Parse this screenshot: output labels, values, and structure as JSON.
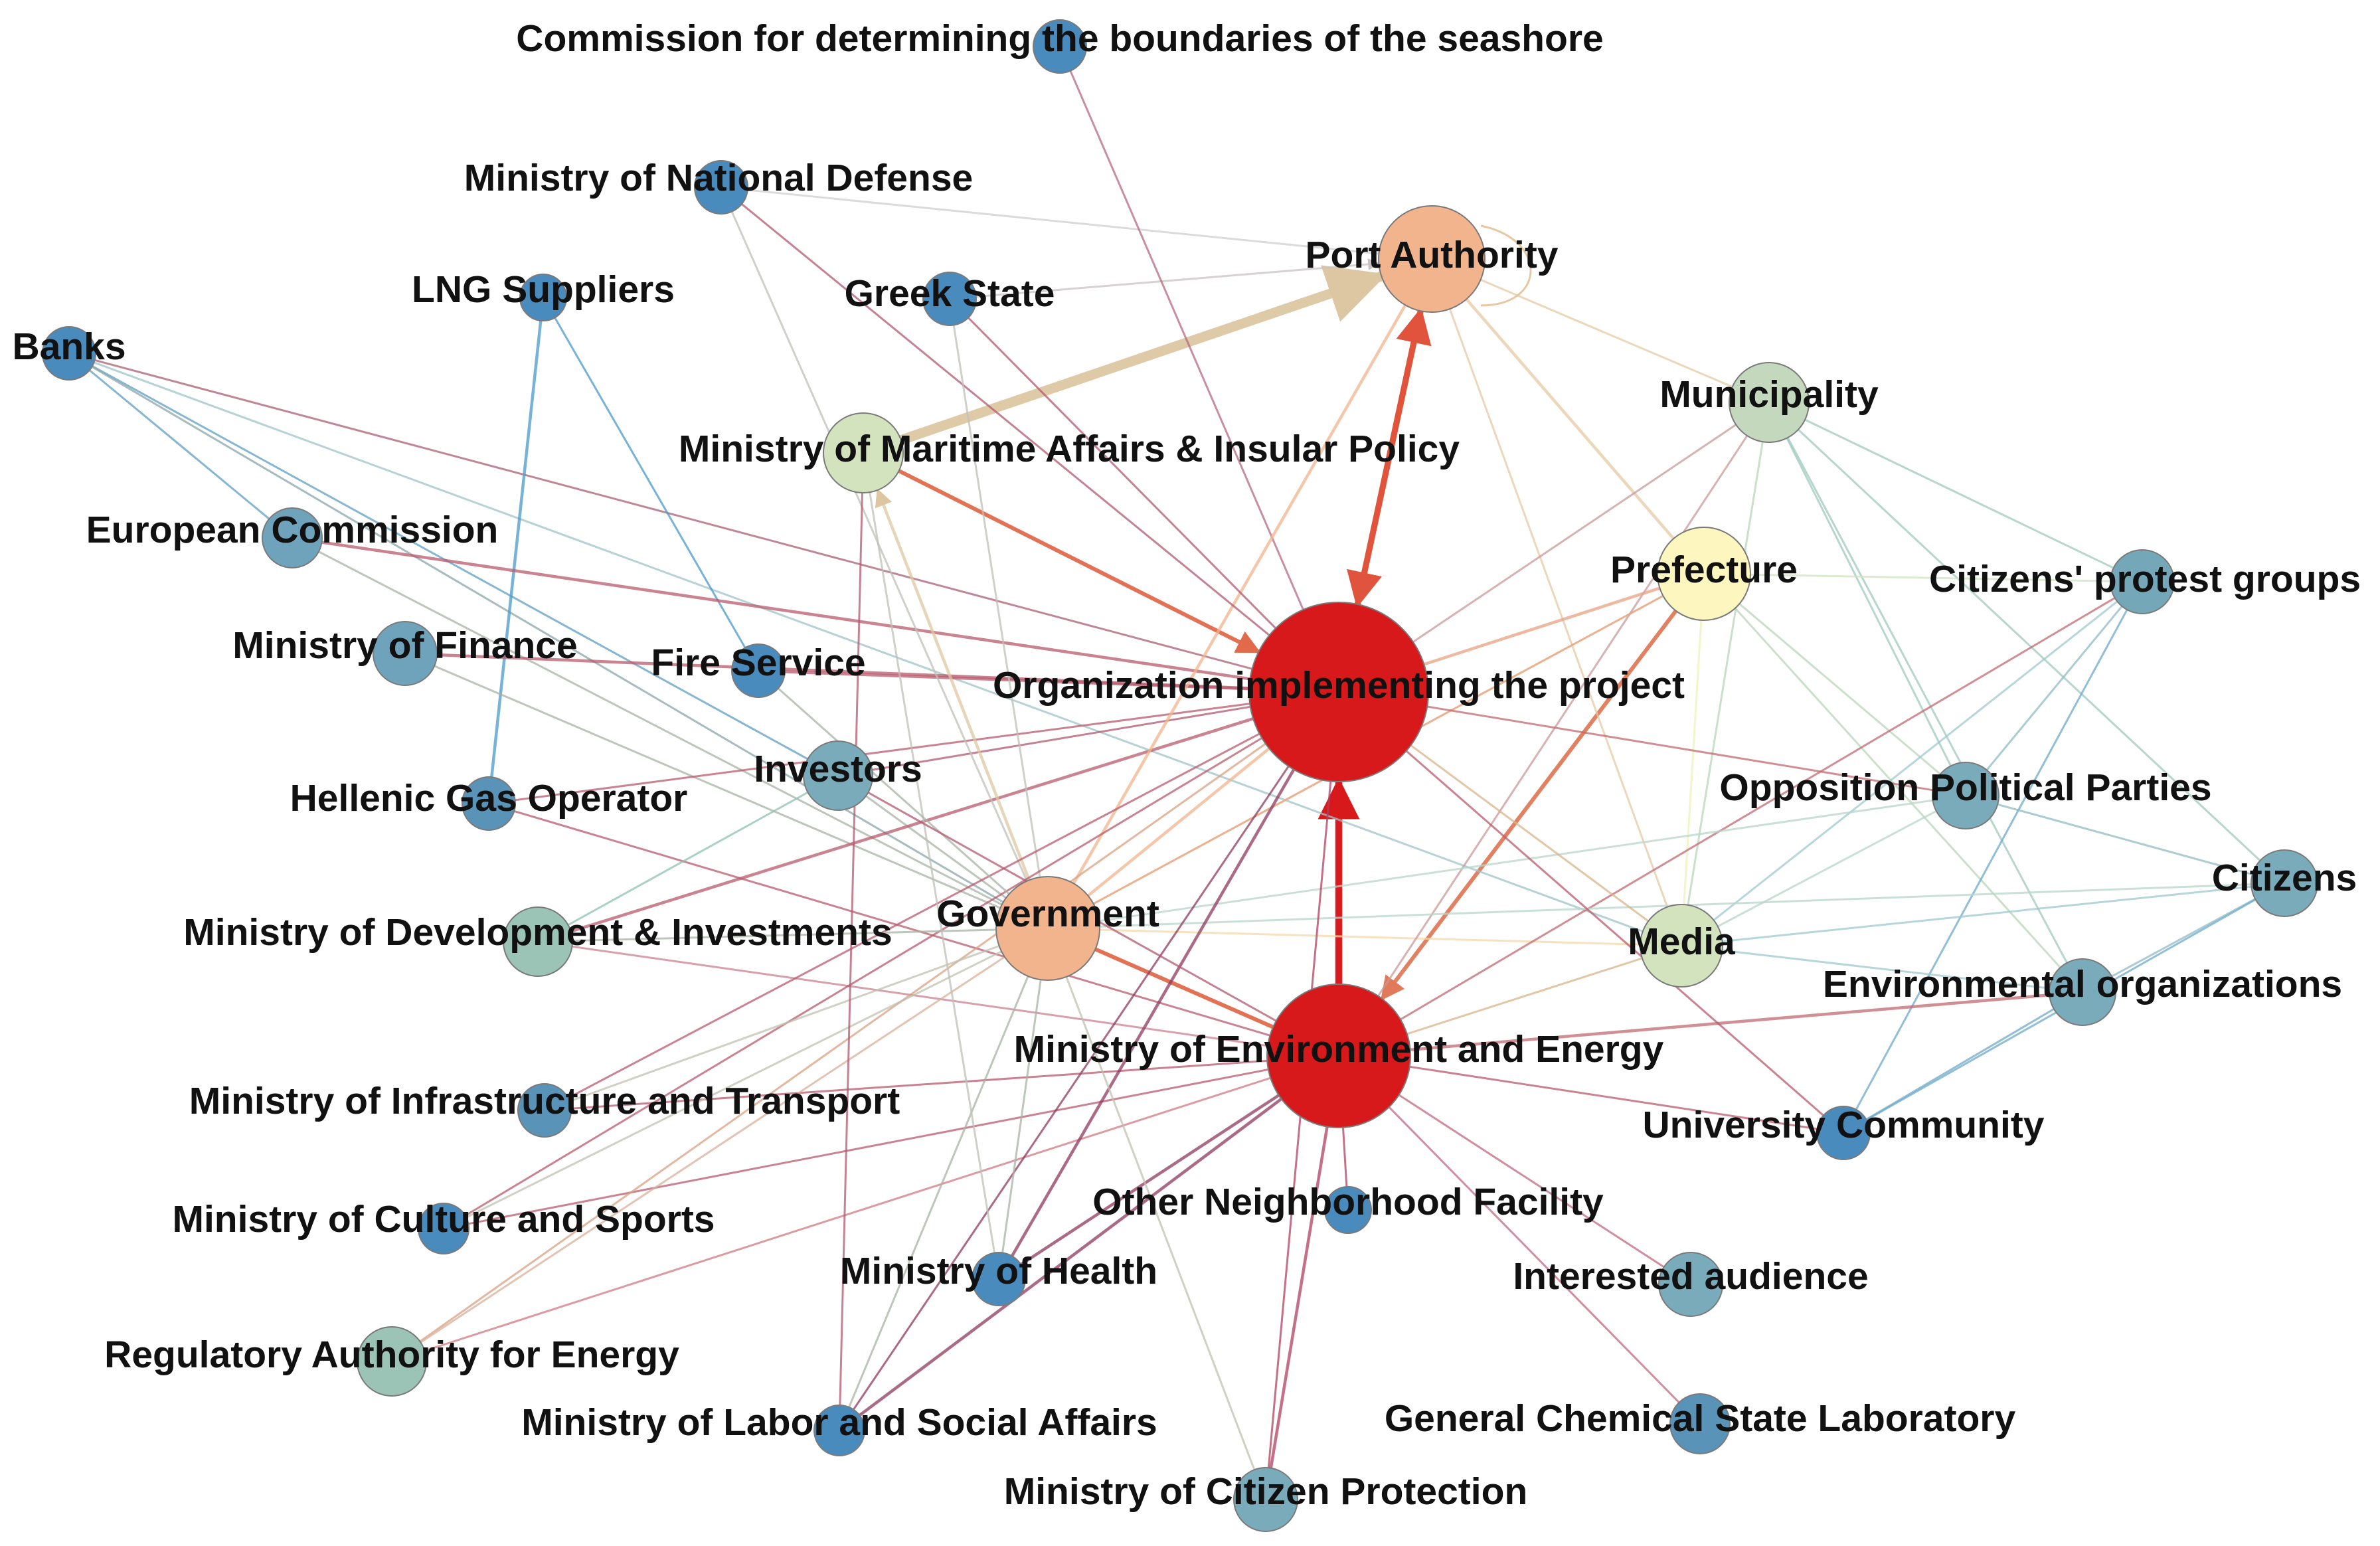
{
  "nodes": [
    {
      "id": "commission",
      "label": "Commission for determining the boundaries of the seashore",
      "color": "#4a8bbd"
    },
    {
      "id": "defense",
      "label": "Ministry of National Defense",
      "color": "#4a8bbd"
    },
    {
      "id": "lng",
      "label": "LNG Suppliers",
      "color": "#4a8bbd"
    },
    {
      "id": "greek-state",
      "label": "Greek State",
      "color": "#4a8bbd"
    },
    {
      "id": "banks",
      "label": "Banks",
      "color": "#4a8bbd"
    },
    {
      "id": "port",
      "label": "Port Authority",
      "color": "#f1b48d"
    },
    {
      "id": "municipality",
      "label": "Municipality",
      "color": "#c3d8bd"
    },
    {
      "id": "maritime",
      "label": "Ministry of Maritime Affairs & Insular Policy",
      "color": "#d3e3bd"
    },
    {
      "id": "eu-commission",
      "label": "European Commission",
      "color": "#6fa3bb"
    },
    {
      "id": "prefecture",
      "label": "Prefecture",
      "color": "#fdf6bf"
    },
    {
      "id": "protest",
      "label": "Citizens' protest groups",
      "color": "#74a8b9"
    },
    {
      "id": "finance",
      "label": "Ministry of Finance",
      "color": "#6fa3bb"
    },
    {
      "id": "fire",
      "label": "Fire Service",
      "color": "#4a8bbd"
    },
    {
      "id": "org",
      "label": "Organization implementing the project",
      "color": "#d7191c"
    },
    {
      "id": "investors",
      "label": "Investors",
      "color": "#7aabbb"
    },
    {
      "id": "gas-operator",
      "label": "Hellenic Gas Operator",
      "color": "#5a93b8"
    },
    {
      "id": "opposition",
      "label": "Opposition Political Parties",
      "color": "#7aabbb"
    },
    {
      "id": "citizens",
      "label": "Citizens",
      "color": "#7aabbb"
    },
    {
      "id": "development",
      "label": "Ministry of Development & Investments",
      "color": "#9bc4b6"
    },
    {
      "id": "government",
      "label": "Government",
      "color": "#f1b48d"
    },
    {
      "id": "media",
      "label": "Media",
      "color": "#d3e3bd"
    },
    {
      "id": "env-orgs",
      "label": "Environmental organizations",
      "color": "#7aabbb"
    },
    {
      "id": "env-ministry",
      "label": "Ministry of Environment and Energy",
      "color": "#d7191c"
    },
    {
      "id": "infrastructure",
      "label": "Ministry of Infrastructure and Transport",
      "color": "#5a93b8"
    },
    {
      "id": "university",
      "label": "University Community",
      "color": "#4a8bbd"
    },
    {
      "id": "neighborhood",
      "label": "Other Neighborhood Facility",
      "color": "#4a8bbd"
    },
    {
      "id": "culture",
      "label": "Ministry of Culture and Sports",
      "color": "#4a8bbd"
    },
    {
      "id": "interested",
      "label": "Interested audience",
      "color": "#7aabbb"
    },
    {
      "id": "health",
      "label": "Ministry of Health",
      "color": "#4a8bbd"
    },
    {
      "id": "regulatory",
      "label": "Regulatory Authority for Energy",
      "color": "#9bc4b6"
    },
    {
      "id": "chemical",
      "label": "General Chemical State Laboratory",
      "color": "#5a93b8"
    },
    {
      "id": "labor",
      "label": "Ministry of Labor and Social Affairs",
      "color": "#4a8bbd"
    },
    {
      "id": "citizen-protection",
      "label": "Ministry of Citizen Protection",
      "color": "#7aabbb"
    }
  ],
  "edges": [
    {
      "from": "maritime",
      "to": "port",
      "color": "#ddc7a2",
      "weight": 5,
      "arrow": true
    },
    {
      "from": "org",
      "to": "port",
      "color": "#e0533c",
      "weight": 3,
      "arrow": true
    },
    {
      "from": "port",
      "to": "org",
      "color": "#e0533c",
      "weight": 3,
      "arrow": true
    },
    {
      "from": "env-ministry",
      "to": "org",
      "color": "#d7191c",
      "weight": 3.5,
      "arrow": true
    },
    {
      "from": "org",
      "to": "env-ministry",
      "color": "#d7191c",
      "weight": 2.5,
      "arrow": false
    },
    {
      "from": "prefecture",
      "to": "env-ministry",
      "color": "#e07a5a",
      "weight": 2,
      "arrow": true
    },
    {
      "from": "maritime",
      "to": "org",
      "color": "#e06a4a",
      "weight": 2,
      "arrow": true
    },
    {
      "from": "government",
      "to": "env-ministry",
      "color": "#e06a4a",
      "weight": 2,
      "arrow": false
    },
    {
      "from": "greek-state",
      "to": "port",
      "color": "#c9c2c2",
      "weight": 1,
      "arrow": true
    },
    {
      "from": "defense",
      "to": "port",
      "color": "#cfcfcf",
      "weight": 1,
      "arrow": false
    },
    {
      "from": "commission",
      "to": "org",
      "color": "#b46a7f",
      "weight": 1,
      "arrow": false
    },
    {
      "from": "banks",
      "to": "org",
      "color": "#a95f73",
      "weight": 1,
      "arrow": false
    },
    {
      "from": "banks",
      "to": "investors",
      "color": "#5e9ec3",
      "weight": 1,
      "arrow": false
    },
    {
      "from": "banks",
      "to": "government",
      "color": "#8aa6a8",
      "weight": 1,
      "arrow": false
    },
    {
      "from": "banks",
      "to": "media",
      "color": "#9fc3c8",
      "weight": 1,
      "arrow": false
    },
    {
      "from": "banks",
      "to": "eu-commission",
      "color": "#5e9ec3",
      "weight": 1,
      "arrow": false
    },
    {
      "from": "lng",
      "to": "gas-operator",
      "color": "#4a9ac8",
      "weight": 1.5,
      "arrow": false
    },
    {
      "from": "lng",
      "to": "fire",
      "color": "#4a9ac8",
      "weight": 1,
      "arrow": false
    },
    {
      "from": "eu-commission",
      "to": "org",
      "color": "#b85a6c",
      "weight": 1.5,
      "arrow": false
    },
    {
      "from": "eu-commission",
      "to": "government",
      "color": "#a8b3a5",
      "weight": 1,
      "arrow": false
    },
    {
      "from": "finance",
      "to": "org",
      "color": "#b85a6c",
      "weight": 1.5,
      "arrow": false
    },
    {
      "from": "finance",
      "to": "government",
      "color": "#a8b3a5",
      "weight": 1,
      "arrow": false
    },
    {
      "from": "fire",
      "to": "org",
      "color": "#b85a6c",
      "weight": 1.5,
      "arrow": false
    },
    {
      "from": "investors",
      "to": "org",
      "color": "#b05a70",
      "weight": 1,
      "arrow": false
    },
    {
      "from": "investors",
      "to": "government",
      "color": "#a8b3a5",
      "weight": 1,
      "arrow": false
    },
    {
      "from": "gas-operator",
      "to": "org",
      "color": "#b85a6c",
      "weight": 1,
      "arrow": false
    },
    {
      "from": "gas-operator",
      "to": "env-ministry",
      "color": "#b85a6c",
      "weight": 1,
      "arrow": false
    },
    {
      "from": "development",
      "to": "org",
      "color": "#b85a6c",
      "weight": 1.5,
      "arrow": false
    },
    {
      "from": "development",
      "to": "investors",
      "color": "#8fc2b1",
      "weight": 1,
      "arrow": false
    },
    {
      "from": "development",
      "to": "env-ministry",
      "color": "#c98090",
      "weight": 1,
      "arrow": false
    },
    {
      "from": "government",
      "to": "port",
      "color": "#f1b48d",
      "weight": 1.5,
      "arrow": false
    },
    {
      "from": "government",
      "to": "org",
      "color": "#f1b48d",
      "weight": 1.5,
      "arrow": false
    },
    {
      "from": "government",
      "to": "maritime",
      "color": "#ddc7a2",
      "weight": 1.5,
      "arrow": true
    },
    {
      "from": "government",
      "to": "media",
      "color": "#f4d7a8",
      "weight": 1,
      "arrow": false
    },
    {
      "from": "government",
      "to": "prefecture",
      "color": "#f4d7a8",
      "weight": 1,
      "arrow": false
    },
    {
      "from": "defense",
      "to": "government",
      "color": "#c0c0b8",
      "weight": 1,
      "arrow": false
    },
    {
      "from": "defense",
      "to": "org",
      "color": "#b05a70",
      "weight": 1,
      "arrow": false
    },
    {
      "from": "greek-state",
      "to": "government",
      "color": "#c0c0b8",
      "weight": 1,
      "arrow": false
    },
    {
      "from": "greek-state",
      "to": "org",
      "color": "#b05a70",
      "weight": 1,
      "arrow": false
    },
    {
      "from": "port",
      "to": "municipality",
      "color": "#e6c9a3",
      "weight": 1,
      "arrow": false
    },
    {
      "from": "port",
      "to": "prefecture",
      "color": "#e6c9a3",
      "weight": 1.5,
      "arrow": false
    },
    {
      "from": "port",
      "to": "media",
      "color": "#e6c9a3",
      "weight": 1,
      "arrow": false
    },
    {
      "from": "municipality",
      "to": "org",
      "color": "#c89a98",
      "weight": 1,
      "arrow": false
    },
    {
      "from": "municipality",
      "to": "protest",
      "color": "#9fc8be",
      "weight": 1,
      "arrow": false
    },
    {
      "from": "municipality",
      "to": "opposition",
      "color": "#9fc8be",
      "weight": 1,
      "arrow": false
    },
    {
      "from": "municipality",
      "to": "env-orgs",
      "color": "#9fc8be",
      "weight": 1,
      "arrow": false
    },
    {
      "from": "municipality",
      "to": "media",
      "color": "#b8d6b8",
      "weight": 1,
      "arrow": false
    },
    {
      "from": "municipality",
      "to": "env-ministry",
      "color": "#c89a98",
      "weight": 1,
      "arrow": false
    },
    {
      "from": "municipality",
      "to": "citizens",
      "color": "#9fc8be",
      "weight": 1,
      "arrow": false
    },
    {
      "from": "prefecture",
      "to": "org",
      "color": "#e7a282",
      "weight": 1.5,
      "arrow": false
    },
    {
      "from": "prefecture",
      "to": "protest",
      "color": "#cfe3c0",
      "weight": 1,
      "arrow": false
    },
    {
      "from": "prefecture",
      "to": "opposition",
      "color": "#b8d6b8",
      "weight": 1,
      "arrow": false
    },
    {
      "from": "prefecture",
      "to": "env-orgs",
      "color": "#b8d6b8",
      "weight": 1,
      "arrow": false
    },
    {
      "from": "prefecture",
      "to": "media",
      "color": "#eef2b8",
      "weight": 1,
      "arrow": false
    },
    {
      "from": "prefecture",
      "to": "government",
      "color": "#e7a282",
      "weight": 1,
      "arrow": false
    },
    {
      "from": "protest",
      "to": "env-ministry",
      "color": "#c06a70",
      "weight": 1,
      "arrow": false
    },
    {
      "from": "protest",
      "to": "media",
      "color": "#9fc8d0",
      "weight": 1,
      "arrow": false
    },
    {
      "from": "protest",
      "to": "university",
      "color": "#6ea8c8",
      "weight": 1,
      "arrow": false
    },
    {
      "from": "protest",
      "to": "opposition",
      "color": "#8fbbc4",
      "weight": 1,
      "arrow": false
    },
    {
      "from": "opposition",
      "to": "org",
      "color": "#c06a70",
      "weight": 1,
      "arrow": false
    },
    {
      "from": "opposition",
      "to": "media",
      "color": "#b8d6c8",
      "weight": 1,
      "arrow": false
    },
    {
      "from": "opposition",
      "to": "citizens",
      "color": "#8fbbc4",
      "weight": 1,
      "arrow": false
    },
    {
      "from": "opposition",
      "to": "government",
      "color": "#b8d6c8",
      "weight": 1,
      "arrow": false
    },
    {
      "from": "citizens",
      "to": "media",
      "color": "#9fc8d0",
      "weight": 1,
      "arrow": false
    },
    {
      "from": "citizens",
      "to": "env-orgs",
      "color": "#8fbbc4",
      "weight": 1,
      "arrow": false
    },
    {
      "from": "citizens",
      "to": "university",
      "color": "#6ea8c8",
      "weight": 1,
      "arrow": false
    },
    {
      "from": "citizens",
      "to": "government",
      "color": "#b8d6c8",
      "weight": 1,
      "arrow": false
    },
    {
      "from": "env-orgs",
      "to": "env-ministry",
      "color": "#c06a70",
      "weight": 1.5,
      "arrow": false
    },
    {
      "from": "env-orgs",
      "to": "university",
      "color": "#6ea8c8",
      "weight": 1,
      "arrow": false
    },
    {
      "from": "env-orgs",
      "to": "media",
      "color": "#9fc8d0",
      "weight": 1,
      "arrow": false
    },
    {
      "from": "media",
      "to": "org",
      "color": "#d8b48a",
      "weight": 1,
      "arrow": false
    },
    {
      "from": "media",
      "to": "env-ministry",
      "color": "#d8b48a",
      "weight": 1,
      "arrow": false
    },
    {
      "from": "university",
      "to": "env-ministry",
      "color": "#b85a6c",
      "weight": 1,
      "arrow": false
    },
    {
      "from": "university",
      "to": "org",
      "color": "#b85a6c",
      "weight": 1,
      "arrow": false
    },
    {
      "from": "env-ministry",
      "to": "infrastructure",
      "color": "#b85a6c",
      "weight": 1,
      "arrow": false
    },
    {
      "from": "env-ministry",
      "to": "culture",
      "color": "#b85a6c",
      "weight": 1,
      "arrow": false
    },
    {
      "from": "env-ministry",
      "to": "health",
      "color": "#8f3a5e",
      "weight": 1.5,
      "arrow": false
    },
    {
      "from": "env-ministry",
      "to": "regulatory",
      "color": "#d07a80",
      "weight": 1,
      "arrow": false
    },
    {
      "from": "env-ministry",
      "to": "labor",
      "color": "#8f3a5e",
      "weight": 1.5,
      "arrow": false
    },
    {
      "from": "env-ministry",
      "to": "citizen-protection",
      "color": "#b04060",
      "weight": 1.5,
      "arrow": false
    },
    {
      "from": "env-ministry",
      "to": "neighborhood",
      "color": "#b04060",
      "weight": 1,
      "arrow": false
    },
    {
      "from": "env-ministry",
      "to": "interested",
      "color": "#c06a80",
      "weight": 1,
      "arrow": false
    },
    {
      "from": "env-ministry",
      "to": "chemical",
      "color": "#c06a80",
      "weight": 1,
      "arrow": false
    },
    {
      "from": "org",
      "to": "health",
      "color": "#8f3a5e",
      "weight": 1.5,
      "arrow": false
    },
    {
      "from": "org",
      "to": "labor",
      "color": "#8f3a5e",
      "weight": 1,
      "arrow": false
    },
    {
      "from": "org",
      "to": "citizen-protection",
      "color": "#b04060",
      "weight": 1,
      "arrow": false
    },
    {
      "from": "org",
      "to": "infrastructure",
      "color": "#b85a6c",
      "weight": 1,
      "arrow": false
    },
    {
      "from": "org",
      "to": "culture",
      "color": "#b85a6c",
      "weight": 1,
      "arrow": false
    },
    {
      "from": "org",
      "to": "regulatory",
      "color": "#d8a080",
      "weight": 1,
      "arrow": false
    },
    {
      "from": "government",
      "to": "health",
      "color": "#a8b3a5",
      "weight": 1,
      "arrow": false
    },
    {
      "from": "government",
      "to": "labor",
      "color": "#a8b3a5",
      "weight": 1,
      "arrow": false
    },
    {
      "from": "government",
      "to": "citizen-protection",
      "color": "#c0c0b0",
      "weight": 1,
      "arrow": false
    },
    {
      "from": "government",
      "to": "infrastructure",
      "color": "#c0c0b0",
      "weight": 1,
      "arrow": false
    },
    {
      "from": "government",
      "to": "culture",
      "color": "#c0c0b0",
      "weight": 1,
      "arrow": false
    },
    {
      "from": "government",
      "to": "regulatory",
      "color": "#d8b09a",
      "weight": 1,
      "arrow": false
    },
    {
      "from": "government",
      "to": "development",
      "color": "#a8b3a5",
      "weight": 1,
      "arrow": false
    },
    {
      "from": "maritime",
      "to": "health",
      "color": "#c0c0b8",
      "weight": 1,
      "arrow": false
    },
    {
      "from": "maritime",
      "to": "labor",
      "color": "#b05a70",
      "weight": 1,
      "arrow": false
    },
    {
      "from": "fire",
      "to": "government",
      "color": "#a8b3a5",
      "weight": 1,
      "arrow": false
    },
    {
      "from": "investors",
      "to": "env-ministry",
      "color": "#b05a70",
      "weight": 1,
      "arrow": false
    }
  ]
}
